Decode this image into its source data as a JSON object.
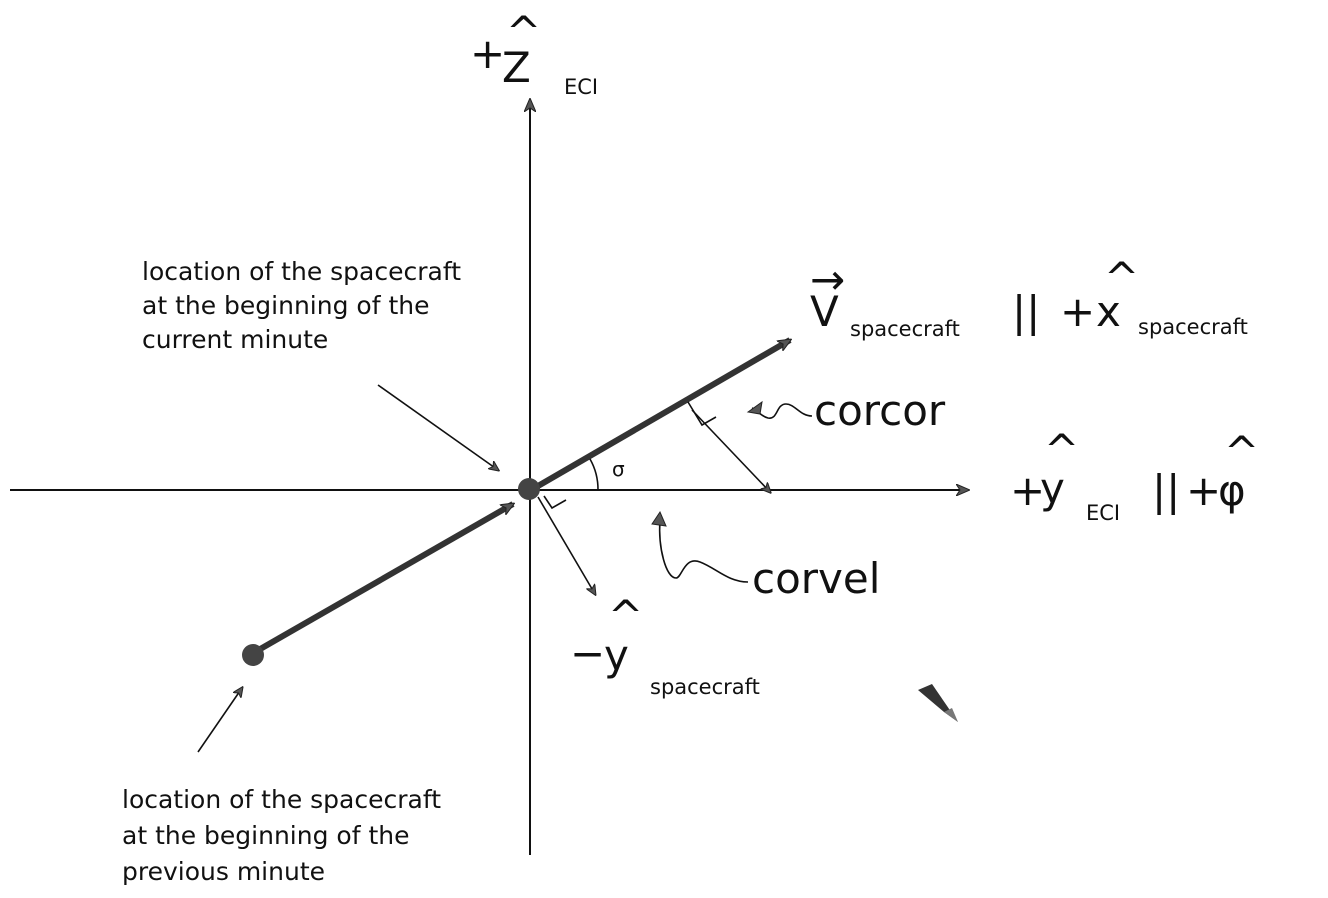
{
  "axes": {
    "z_axis": {
      "sign": "+",
      "symbol": "Z",
      "hat": "^",
      "subscript": "ECI"
    },
    "y_axis": {
      "sign": "+",
      "symbol": "y",
      "hat": "^",
      "subscript": "ECI",
      "parallel": "||",
      "phi_sign": "+",
      "phi_symbol": "φ",
      "phi_hat": "^"
    }
  },
  "velocity": {
    "symbol": "V",
    "vector_arrow": "→",
    "subscript": "spacecraft",
    "parallel": "||",
    "x_sign": "+",
    "x_symbol": "x",
    "x_hat": "^",
    "x_subscript": "spacecraft"
  },
  "minus_y": {
    "sign": "−",
    "symbol": "y",
    "hat": "^",
    "subscript": "spacecraft"
  },
  "sigma": "σ",
  "corcor": "corcor",
  "corvel": "corvel",
  "current_note": [
    "location of the spacecraft",
    "at the beginning of the",
    "current minute"
  ],
  "previous_note": [
    "location of the spacecraft",
    "at the beginning of the",
    "previous minute"
  ]
}
